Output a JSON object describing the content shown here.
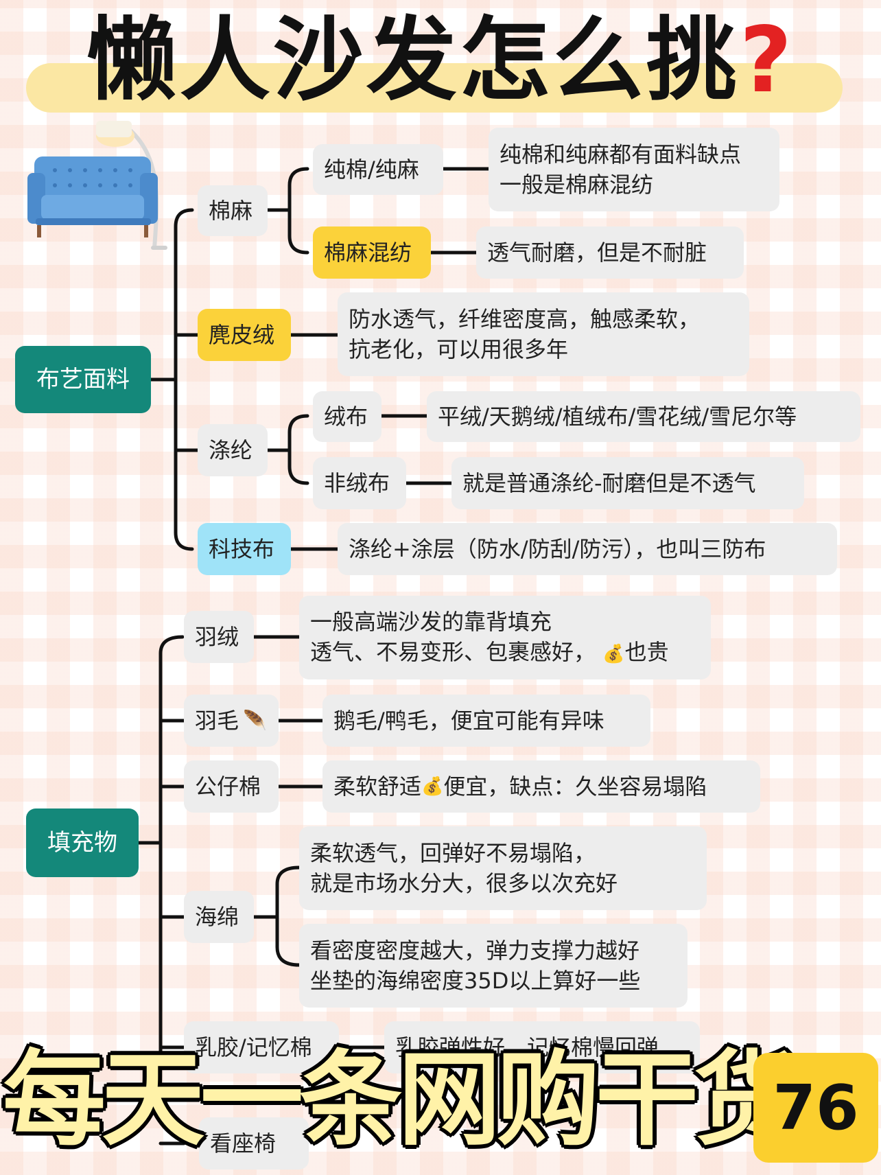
{
  "title": {
    "text": "懒人沙发怎么挑",
    "mark": "?"
  },
  "section1": {
    "root": "布艺面料",
    "mianma": "棉麻",
    "chunmian": "纯棉/纯麻",
    "chunmian_desc": [
      "纯棉和纯麻都有面料缺点",
      "一般是棉麻混纺"
    ],
    "hunfang": "棉麻混纺",
    "hunfang_desc": "透气耐磨，但是不耐脏",
    "lupi": "麂皮绒",
    "lupi_desc": [
      "防水透气，纤维密度高，触感柔软，",
      "抗老化，可以用很多年"
    ],
    "dilun": "涤纶",
    "rongbu": "绒布",
    "rongbu_desc": "平绒/天鹅绒/植绒布/雪花绒/雪尼尔等",
    "feirong": "非绒布",
    "feirong_desc": "就是普通涤纶-耐磨但是不透气",
    "keji": "科技布",
    "keji_desc": "涤纶+涂层（防水/防刮/防污），也叫三防布"
  },
  "section2": {
    "root": "填充物",
    "yurong": "羽绒",
    "yurong_desc1": "一般高端沙发的靠背填充",
    "yurong_desc2": "透气、不易变形、包裹感好，",
    "yurong_desc2b": "也贵",
    "yumao": "羽毛",
    "yumao_desc": "鹅毛/鸭毛，便宜可能有异味",
    "gongzai": "公仔棉",
    "gongzai_desc_a": "柔软舒适",
    "gongzai_desc_b": "便宜，缺点：久坐容易塌陷",
    "haimian": "海绵",
    "haimian_desc1": [
      "柔软透气，回弹好不易塌陷，",
      "就是市场水分大，很多以次充好"
    ],
    "haimian_desc2": [
      "看密度密度越大，弹力支撑力越好",
      "坐垫的海绵密度35D以上算好一些"
    ],
    "rujiao": "乳胶/记忆棉",
    "rujiao_desc": "乳胶弹性好，记忆棉慢回弹",
    "kanzuoyi": "看座椅"
  },
  "banner": {
    "text": "每天一条网购干货",
    "number": "76"
  },
  "icons": {
    "sofa": "sofa-lamp-icon",
    "money": "money-bag-icon",
    "feather": "feather-icon"
  },
  "colors": {
    "root": "#14887a",
    "highlight": "#fbd23a",
    "tech": "#9fe3f8",
    "node": "#ededed"
  }
}
